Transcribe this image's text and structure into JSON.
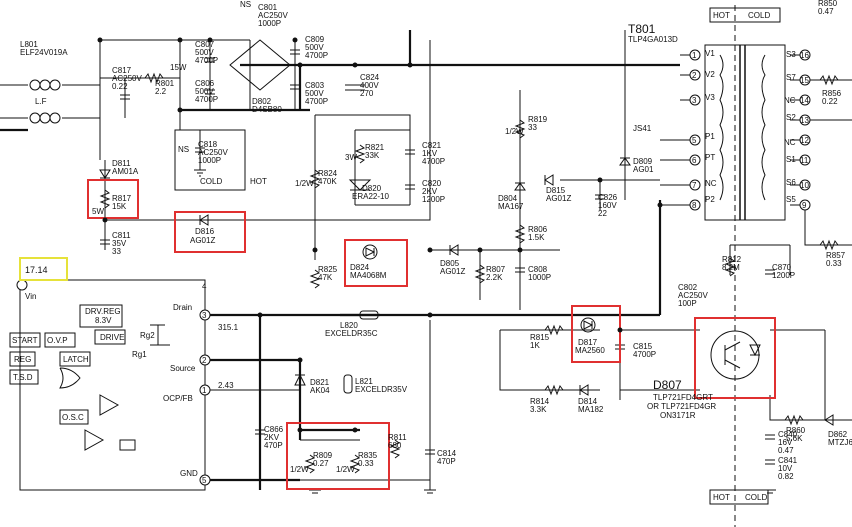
{
  "labels": {
    "l801": "L801",
    "l801_part": "ELF24V019A",
    "lf": "L.F",
    "c817": "C817",
    "c817_v": "AC250V",
    "c817_c": "0.22",
    "r801": "R801",
    "r801_v": "2.2",
    "ns_top": "NS",
    "c801": "C801",
    "c801_v": "AC250V",
    "c801_c": "1000P",
    "c807": "C807",
    "c807_v": "500V",
    "c807_c": "4700P",
    "c806": "C806",
    "c806_v": "500V",
    "c806_c": "4700P",
    "d802": "D802",
    "d802_p": "D4SB80",
    "c809": "C809",
    "c809_v": "500V",
    "c809_c": "4700P",
    "c803": "C803",
    "c803_v": "500V",
    "c803_c": "4700P",
    "c824": "C824",
    "c824_v": "400V",
    "c824_c": "270",
    "c818": "C818",
    "c818_v": "AC250V",
    "c818_c": "1000P",
    "ns_mid": "NS",
    "cold_mid": "COLD",
    "hot_mid": "HOT",
    "r821": "R821",
    "r821_v": "33K",
    "c821": "C821",
    "c821_v": "1KV",
    "c821_c": "4700P",
    "d820": "D820",
    "d820_p": "ERA22-10",
    "c820": "C820",
    "c820_v": "2KV",
    "c820_c": "1200P",
    "r824": "R824",
    "r824_v": "470K",
    "r819": "R819",
    "r819_v": "33",
    "js41": "JS41",
    "d809": "D809",
    "d809_p": "AG01",
    "d804": "D804",
    "d804_p": "MA167",
    "d815": "D815",
    "d815_p": "AG01Z",
    "c826": "C826",
    "c826_v": "160V",
    "c826_c": "22",
    "r806": "R806",
    "r806_v": "1.5K",
    "d811": "D811",
    "d811_p": "AM01A",
    "r817": "R817",
    "r817_v": "15K",
    "d816": "D816",
    "d816_p": "AG01Z",
    "c811": "C811",
    "c811_v": "35V",
    "c811_c": "33",
    "v1714": "17.14",
    "d824": "D824",
    "d824_p": "MA4068M",
    "r825": "R825",
    "r825_v": "47K",
    "d805": "D805",
    "d805_p": "AG01Z",
    "r807": "R807",
    "r807_v": "2.2K",
    "c808": "C808",
    "c808_c": "1000P",
    "t801": "T801",
    "t801_p": "TLP4GA013D",
    "hot_top": "HOT",
    "cold_top": "COLD",
    "v1": "V1",
    "v2": "V2",
    "v3": "V3",
    "p1": "P1",
    "pt": "PT",
    "nc": "NC",
    "p2": "P2",
    "s3": "S3",
    "s7": "S7",
    "nc1": "NC",
    "s2": "S2",
    "nc2": "NC",
    "s1": "S1",
    "s6": "S6",
    "s5": "S5",
    "r850": "R850",
    "r850_v": "0.47",
    "r856": "R856",
    "r856_v": "0.22",
    "r812": "R812",
    "r812_v": "8.2M",
    "c870": "C870",
    "c870_c": "1200P",
    "c802": "C802",
    "c802_v": "AC250V",
    "c802_c": "100P",
    "r857": "R857",
    "r857_v": "0.33",
    "drv_reg": "DRV.REG",
    "drv_v": "8.3V",
    "vin": "Vin",
    "start": "START",
    "ovp": "O.V.P",
    "drive": "DRIVE",
    "reg": "REG",
    "latch": "LATCH",
    "tsd": "T.S.D",
    "osc": "O.S.C",
    "rg1": "Rg1",
    "rg2": "Rg2",
    "drain": "Drain",
    "source": "Source",
    "ocp": "OCP/FB",
    "gnd": "GND",
    "v3151": "315.1",
    "v243": "2.43",
    "l820": "L820",
    "l820_p": "EXCELDR35C",
    "r815": "R815",
    "r815_v": "1K",
    "d817": "D817",
    "d817_p": "MA2560",
    "c815": "C815",
    "c815_c": "4700P",
    "d821": "D821",
    "d821_p": "AK04",
    "l821": "L821",
    "l821_p": "EXCELDR35V",
    "r814": "R814",
    "r814_v": "3.3K",
    "d814": "D814",
    "d814_p": "MA182",
    "d807": "D807",
    "d807_p1": "TLP721FD4GRT",
    "d807_p2": "OR  TLP721FD4GR",
    "d807_p3": "ON3171R",
    "c866": "C866",
    "c866_v": "2KV",
    "c866_c": "470P",
    "r811": "R811",
    "r811_v": "680",
    "r809": "R809",
    "r809_v": "0.27",
    "r835": "R835",
    "r835_v": "0.33",
    "c814": "C814",
    "c814_c": "470P",
    "c840": "C840",
    "c840_v": "16V",
    "c840_c": "0.47",
    "c841": "C841",
    "c841_v": "10V",
    "c841_c": "0.82",
    "r860": "R860",
    "r860_v": "5.6K",
    "d862": "D862",
    "d862_p": "MTZJ6",
    "hot_bot": "HOT",
    "cold_bot": "COLD",
    "pin4": "4",
    "pin3": "3",
    "pin2": "2",
    "pin1": "1",
    "pin5": "5",
    "w12a": "1/2W",
    "w12b": "1/2W",
    "w12c": "1/2W",
    "w12d": "1/2W",
    "w15": "15W",
    "w3": "3W",
    "w5": "5W",
    "tp1": "1",
    "tp2": "2",
    "tp3": "3",
    "tp5": "5",
    "tp6": "6",
    "tp7": "7",
    "tp8": "8",
    "tp9": "9",
    "tp10": "10",
    "tp11": "11",
    "tp12": "12",
    "tp13": "13",
    "tp14": "14",
    "tp15": "15",
    "tp16": "16"
  }
}
